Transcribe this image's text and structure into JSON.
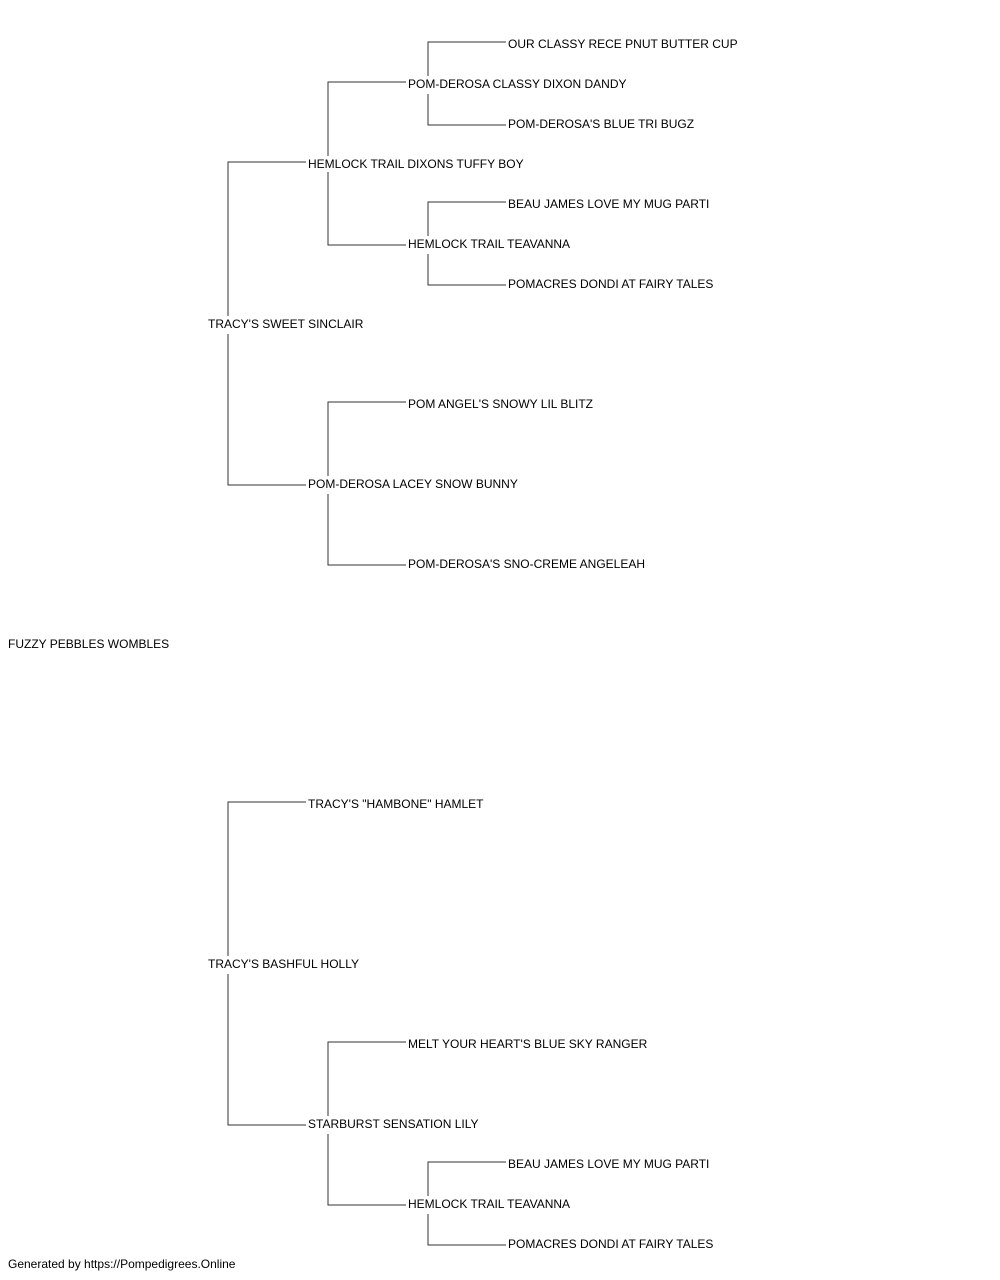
{
  "pedigree": {
    "subject": "FUZZY PEBBLES WOMBLES",
    "sire": "TRACY'S SWEET SINCLAIR",
    "sire_sire": "HEMLOCK TRAIL DIXONS TUFFY BOY",
    "sire_sire_sire": "POM-DEROSA CLASSY DIXON DANDY",
    "sire_sire_sire_sire": "OUR CLASSY RECE PNUT BUTTER CUP",
    "sire_sire_sire_dam": "POM-DEROSA'S BLUE TRI BUGZ",
    "sire_sire_dam": "HEMLOCK TRAIL TEAVANNA",
    "sire_sire_dam_sire": "BEAU JAMES LOVE MY MUG PARTI",
    "sire_sire_dam_dam": "POMACRES DONDI AT FAIRY TALES",
    "sire_dam": "POM-DEROSA LACEY SNOW BUNNY",
    "sire_dam_sire": "POM ANGEL'S SNOWY LIL BLITZ",
    "sire_dam_dam": "POM-DEROSA'S SNO-CREME ANGELEAH",
    "dam": "TRACY'S BASHFUL HOLLY",
    "dam_sire": "TRACY'S \"HAMBONE\" HAMLET",
    "dam_dam": "STARBURST SENSATION LILY",
    "dam_dam_sire": "MELT YOUR HEART'S BLUE SKY RANGER",
    "dam_dam_dam": "HEMLOCK TRAIL TEAVANNA",
    "dam_dam_dam_sire": "BEAU JAMES LOVE MY MUG PARTI",
    "dam_dam_dam_dam": "POMACRES DONDI AT FAIRY TALES"
  },
  "footer": "Generated by https://Pompedigrees.Online"
}
